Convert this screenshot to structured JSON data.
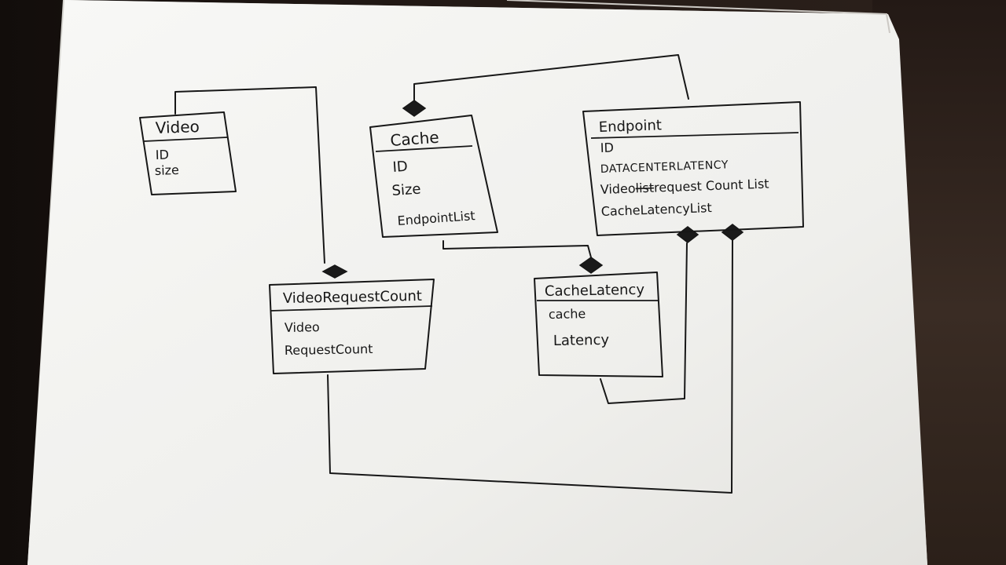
{
  "diagram": {
    "classes": {
      "video": {
        "title": "Video",
        "attributes": [
          "ID",
          "size"
        ]
      },
      "cache": {
        "title": "Cache",
        "attributes": [
          "ID",
          "Size",
          "EndpointList"
        ]
      },
      "endpoint": {
        "title": "Endpoint",
        "attributes": [
          "ID",
          "DATACENTERLATENCY",
          "Video",
          "list",
          "request Count List",
          "CacheLatencyList"
        ]
      },
      "videoRequestCount": {
        "title": "VideoRequestCount",
        "attributes": [
          "Video",
          "RequestCount"
        ]
      },
      "cacheLatency": {
        "title": "CacheLatency",
        "attributes": [
          "cache",
          "Latency"
        ]
      }
    }
  },
  "colors": {
    "paper": "#f4f4f2",
    "paper_shadow": "#d7d6d1",
    "ink": "#171717",
    "background": "#1b1512"
  }
}
